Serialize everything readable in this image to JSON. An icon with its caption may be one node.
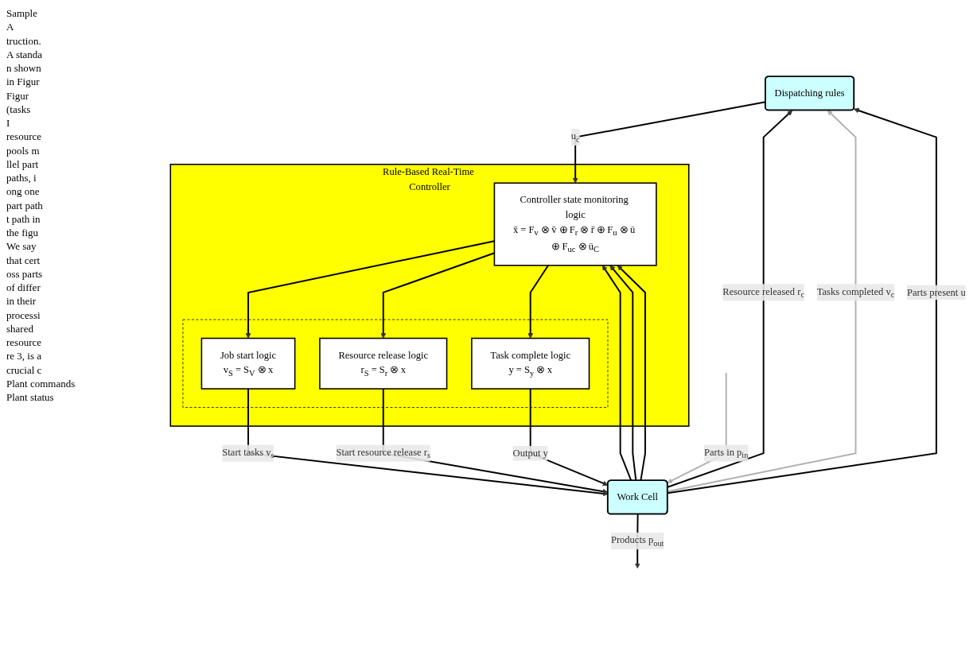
{
  "diagram": {
    "nodes": [
      {
        "text": [
          "Dispatching rules"
        ]
      },
      {
        "text": [
          "Rule-Based Real-Time Controller"
        ]
      },
      {
        "text": [
          "Controller state monitoring logic",
          "x̄ = F$_{v}$ ⊗ v̄ ⊕ F$_{r}$ ⊗ r̄ ⊕ F$_{u}$ ⊗ ū ⊕ F$_{uc}$ ⊗ ū$_{C}$"
        ],
        "in": 1
      },
      {
        "text": [],
        "shape": "box",
        "in": 1
      },
      {
        "text": [
          "Job start logic",
          "v$_{S}$ = S$_{V}$ ⊗ x"
        ],
        "in": 3
      },
      {
        "text": [
          "Resource release logic",
          "r$_{S}$ = S$_{r}$ ⊗ x"
        ],
        "in": 3
      },
      {
        "text": [
          "Task complete logic",
          "y = S$_{y}$ ⊗ x"
        ],
        "in": 3
      },
      {
        "text": [
          "Work Cell"
        ]
      }
    ],
    "edges": [
      {
        "from": 7,
        "to": 0,
        "arrow": "to",
        "label": "Resource released r$_{c}$"
      },
      {
        "from": 7,
        "to": 2,
        "arrow": "to"
      },
      {
        "from": 7,
        "to": 0,
        "arrow": "to",
        "label": "Tasks completed v$_{c}$",
        "color": "#b0b0b0"
      },
      {
        "from": 7,
        "to": 2,
        "arrow": "to"
      },
      {
        "from": 7,
        "to": 0,
        "arrow": "to",
        "label": "Parts present u"
      },
      {
        "from": 7,
        "to": 2,
        "arrow": "to"
      },
      {
        "from": 0,
        "to": 2,
        "arrow": "to",
        "label": "u$_{c}$"
      },
      {
        "from": 2,
        "to": 4,
        "arrow": "to"
      },
      {
        "from": 2,
        "to": 5,
        "arrow": "to"
      },
      {
        "from": 2,
        "to": 6,
        "arrow": "to"
      },
      {
        "from": 4,
        "to": 7,
        "arrow": "to",
        "label": "Start tasks v$_{s}$"
      },
      {
        "from": 5,
        "to": 7,
        "arrow": "to",
        "label": "Start resource release r$_{s}$"
      },
      {
        "from": 6,
        "to": 7,
        "arrow": "to",
        "label": "Output y"
      },
      {
        "from": null,
        "to": 7,
        "arrow": "to",
        "label": "Parts in p$_{in}$",
        "color": "#b0b0b0"
      },
      {
        "from": 7,
        "to": null,
        "arrow": "to",
        "label": "Products p$_{out}$"
      }
    ],
    "labels": [
      "Sample",
      "A",
      "truction.",
      "A standa",
      "n shown",
      "in Figur",
      "Figur",
      "(tasks",
      "I",
      "resource",
      "pools m",
      "llel part",
      "paths, i",
      "ong one",
      "part path",
      "t path in",
      "the figu",
      "We say",
      "that cert",
      "oss parts",
      "of differ",
      "in their",
      "processi",
      "shared",
      "resource",
      "re 3, is a",
      "crucial c",
      "Plant commands",
      "Plant status"
    ]
  }
}
